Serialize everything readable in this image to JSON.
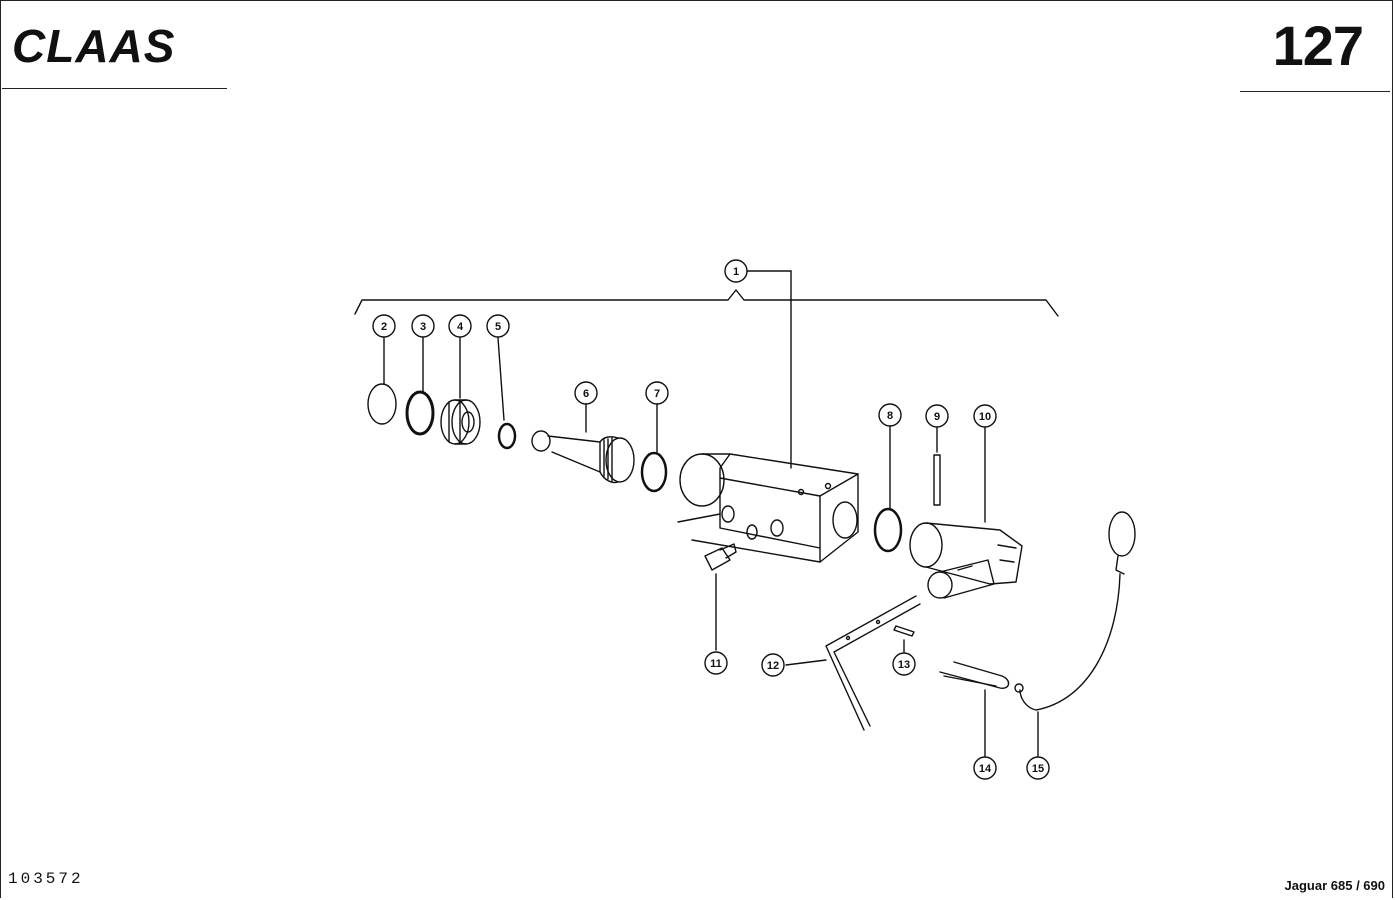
{
  "brand": {
    "logo_text": "CLAAS"
  },
  "page": {
    "number": "127",
    "doc_number": "103572",
    "model": "Jaguar 685 / 690"
  },
  "callouts": [
    {
      "id": "1",
      "label": "1"
    },
    {
      "id": "2",
      "label": "2"
    },
    {
      "id": "3",
      "label": "3"
    },
    {
      "id": "4",
      "label": "4"
    },
    {
      "id": "5",
      "label": "5"
    },
    {
      "id": "6",
      "label": "6"
    },
    {
      "id": "7",
      "label": "7"
    },
    {
      "id": "8",
      "label": "8"
    },
    {
      "id": "9",
      "label": "9"
    },
    {
      "id": "10",
      "label": "10"
    },
    {
      "id": "11",
      "label": "11"
    },
    {
      "id": "12",
      "label": "12"
    },
    {
      "id": "13",
      "label": "13"
    },
    {
      "id": "14",
      "label": "14"
    },
    {
      "id": "15",
      "label": "15"
    }
  ],
  "colors": {
    "ink": "#111111",
    "paper": "#ffffff"
  }
}
